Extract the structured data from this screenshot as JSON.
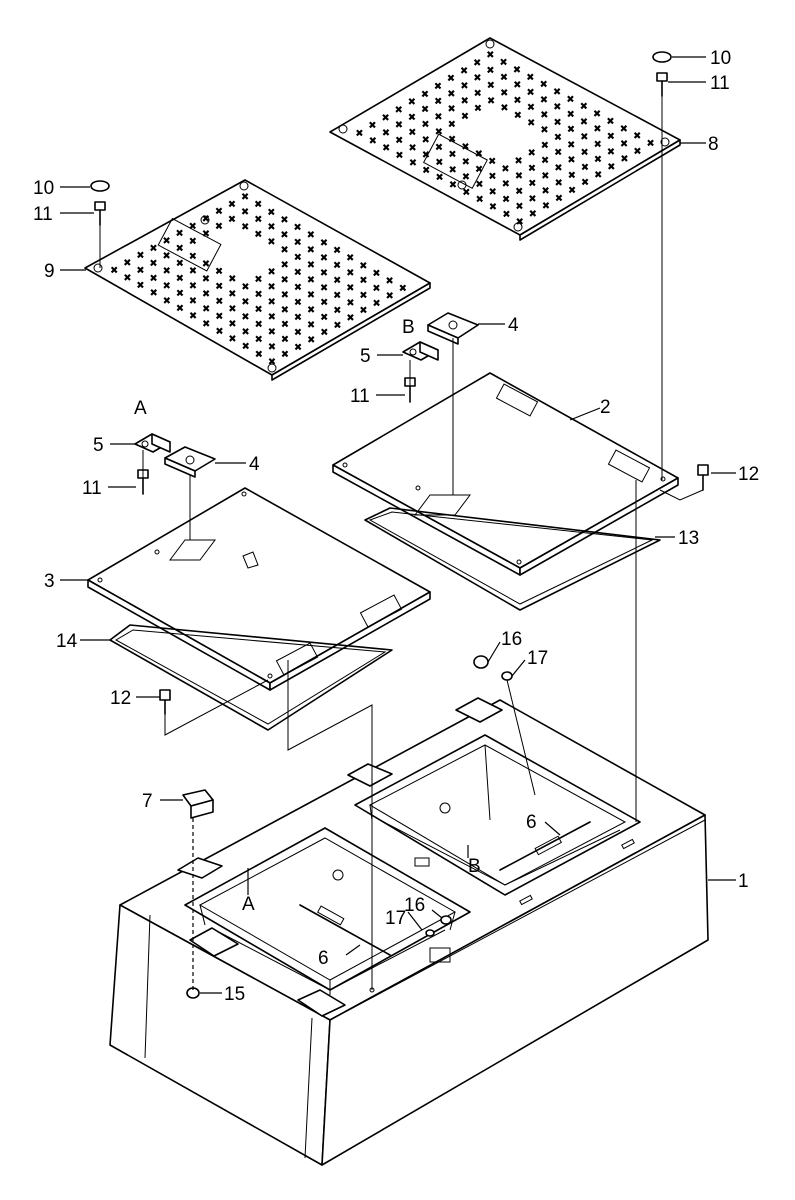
{
  "callouts": {
    "c1": "1",
    "c2": "2",
    "c3": "3",
    "c4a": "4",
    "c4b": "4",
    "c5a": "5",
    "c5b": "5",
    "c6a": "6",
    "c6b": "6",
    "c7": "7",
    "c8": "8",
    "c9": "9",
    "c10a": "10",
    "c10b": "10",
    "c11a": "11",
    "c11b": "11",
    "c11c": "11",
    "c11d": "11",
    "c12a": "12",
    "c12b": "12",
    "c13": "13",
    "c14": "14",
    "c15": "15",
    "c16a": "16",
    "c16b": "16",
    "c17a": "17",
    "c17b": "17",
    "refA1": "A",
    "refA2": "A",
    "refB1": "B",
    "refB2": "B"
  }
}
